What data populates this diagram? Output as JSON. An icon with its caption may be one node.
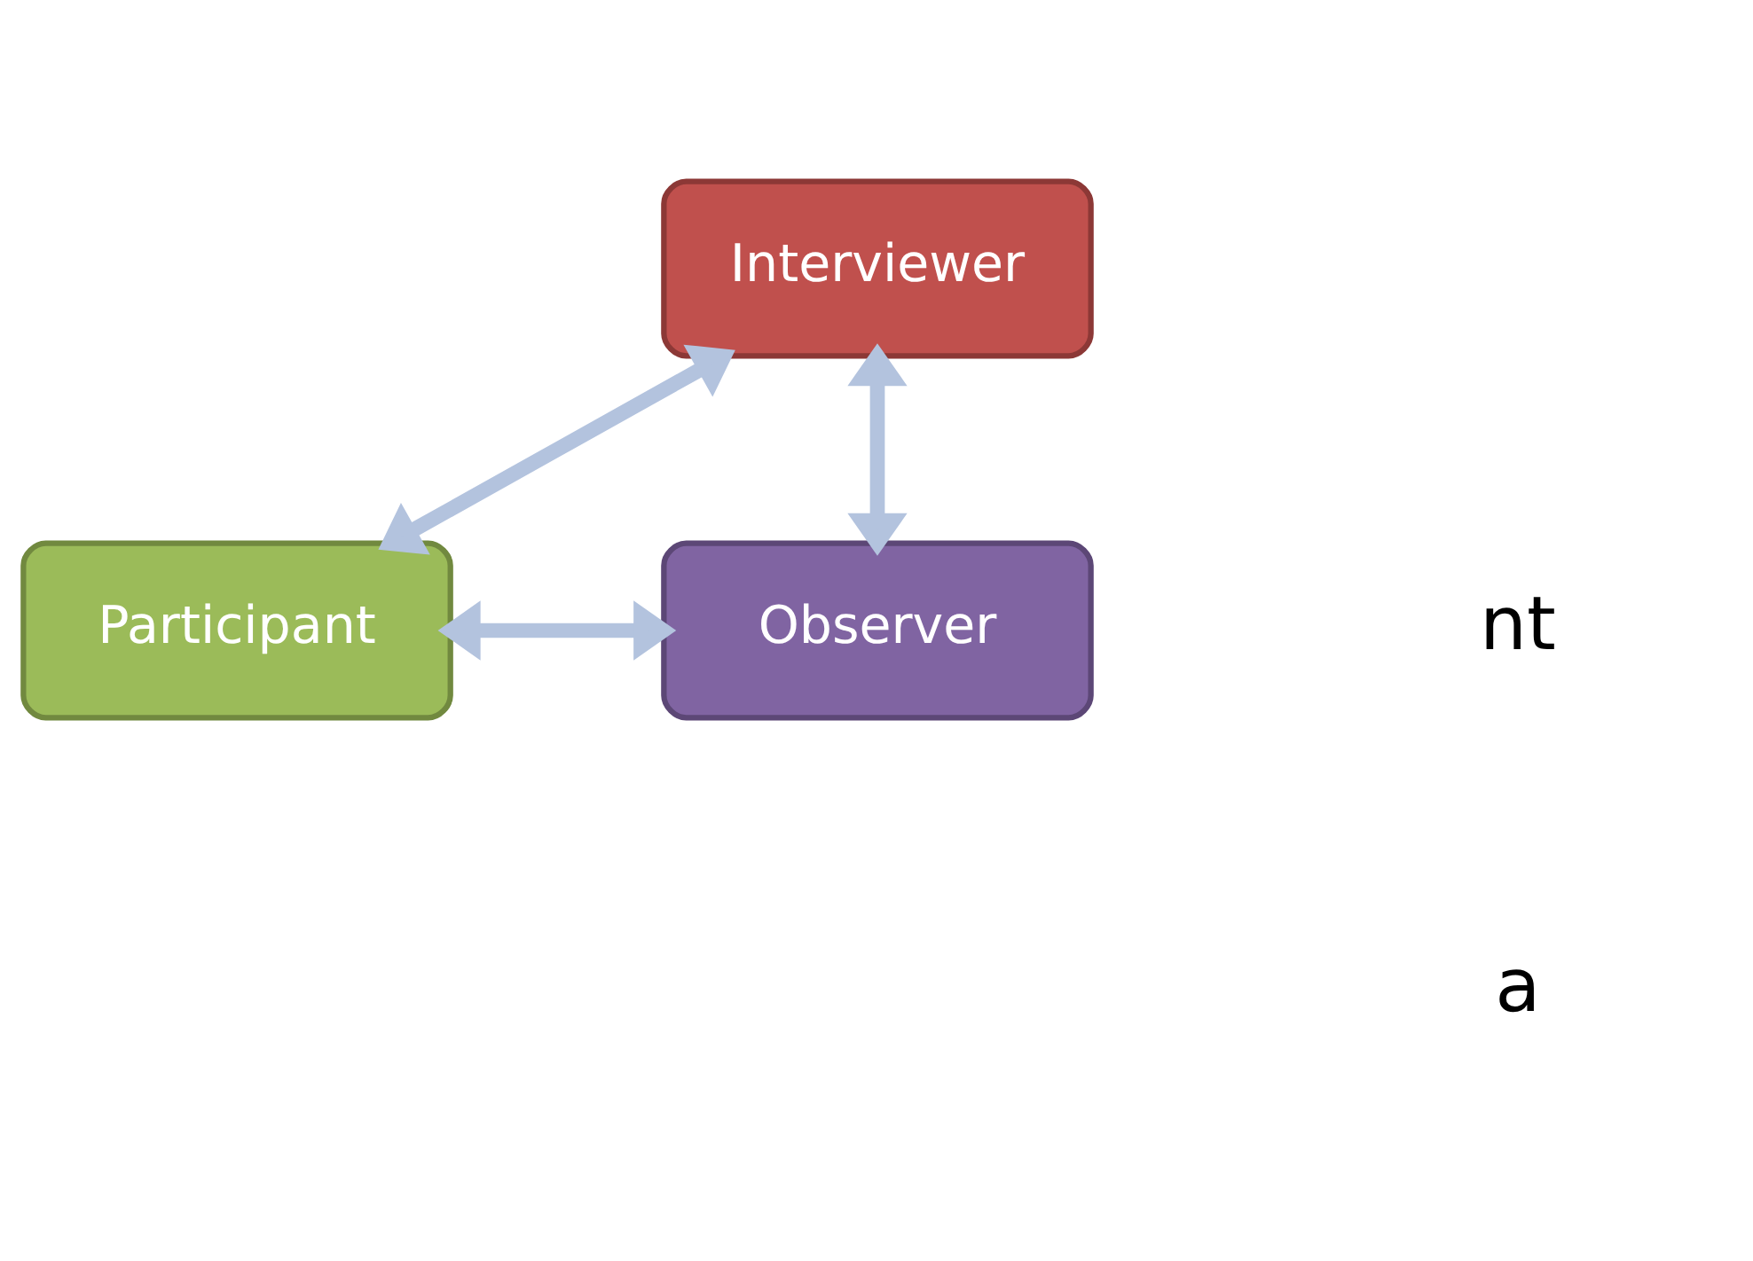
{
  "diagram": {
    "nodes": [
      {
        "text": [
          "Interviewer"
        ]
      },
      {
        "text": [
          "Participant"
        ]
      },
      {
        "text": [
          "Observer"
        ]
      }
    ],
    "edges": [
      {
        "from": 0,
        "to": 1,
        "arrow": "both"
      },
      {
        "from": 0,
        "to": 2,
        "arrow": "both"
      },
      {
        "from": 1,
        "to": 2,
        "arrow": "both"
      }
    ],
    "labels": [
      "nt",
      "a"
    ]
  }
}
